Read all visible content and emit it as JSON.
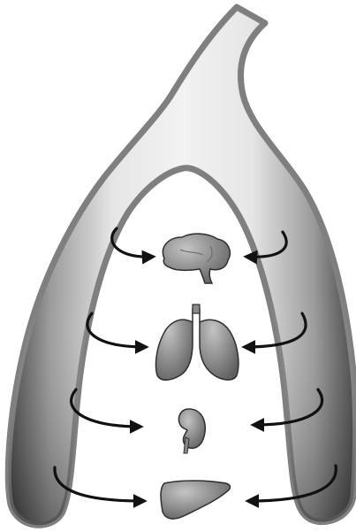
{
  "diagram": {
    "description_free": true,
    "colors": {
      "tube_outline": "#7f7f7f",
      "tube_light": "#eeeeee",
      "tube_mid": "#c9c9c9",
      "tube_dark": "#4a4a4a",
      "organ_light": "#b5b5b5",
      "organ_dark": "#6e6e6e",
      "organ_outline": "#2f2f2f",
      "arrow": "#111111"
    },
    "organs": [
      {
        "id": "brain",
        "icon": "brain-icon"
      },
      {
        "id": "lungs",
        "icon": "lungs-icon"
      },
      {
        "id": "kidney",
        "icon": "kidney-icon"
      },
      {
        "id": "liver",
        "icon": "liver-icon"
      }
    ],
    "arrows_per_organ": 2
  }
}
